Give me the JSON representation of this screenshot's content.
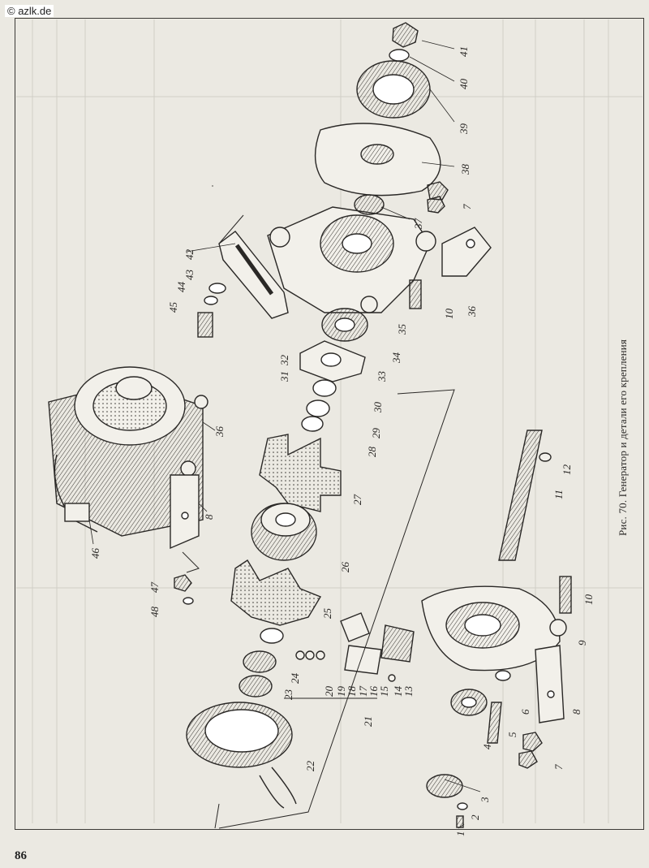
{
  "watermark": "© azlk.de",
  "page_number": "86",
  "caption": "Рис. 70. Генератор и детали его крепления",
  "figure": {
    "part_numbers": [
      "1",
      "2",
      "3",
      "4",
      "5",
      "6",
      "7",
      "8",
      "9",
      "10",
      "11",
      "12",
      "13",
      "14",
      "15",
      "16",
      "17",
      "18",
      "19",
      "20",
      "21",
      "22",
      "23",
      "24",
      "25",
      "26",
      "27",
      "28",
      "29",
      "30",
      "31",
      "32",
      "33",
      "34",
      "35",
      "36",
      "37",
      "38",
      "39",
      "40",
      "41",
      "42",
      "43",
      "44",
      "45",
      "46",
      "47",
      "48",
      "7",
      "8",
      "10",
      "36"
    ]
  }
}
